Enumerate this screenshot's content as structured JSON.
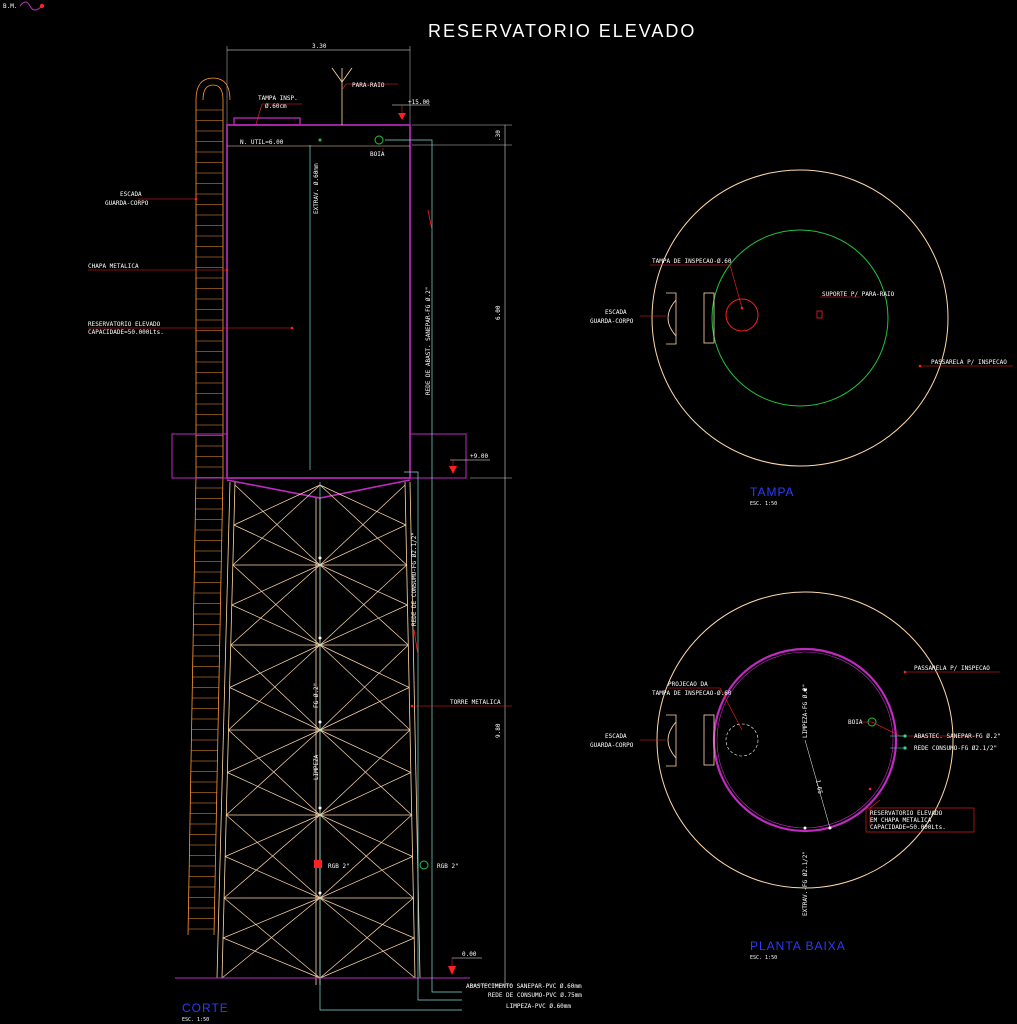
{
  "title": "RESERVATORIO ELEVADO",
  "corner_tag": "B.M.",
  "colors": {
    "background": "#000000",
    "tank": "#c02ac0",
    "structure": "#ffd8a8",
    "ladder": "#ff9933",
    "pipe": "#7fdcdc",
    "leader": "#ff2020",
    "green_circle": "#22c43a",
    "view_title": "#2a3cff",
    "text": "#ffffff"
  },
  "corte": {
    "view_title": "CORTE",
    "scale": "ESC. 1:50",
    "dim_width": "3.30",
    "dim_top": ".30",
    "dim_tank_height": "6.00",
    "dim_tower_height": "9.80",
    "level_top": "+15.00",
    "level_mid": "+9.00",
    "level_ground": "0.00",
    "labels": {
      "para_raio": "PARA-RAIO",
      "tampa_insp_1": "TAMPA INSP.",
      "tampa_insp_2": "Ø.60cm",
      "n_util": "N. UTIL=6.00",
      "boia": "BOIA",
      "escada_1": "ESCADA",
      "escada_2": "GUARDA-CORPO",
      "chapa_metalica": "CHAPA METALICA",
      "reservatorio_1": "RESERVATORIO ELEVADO",
      "reservatorio_2": "CAPACIDADE=50.000Lts.",
      "extrav": "EXTRAV. Ø.60mm",
      "rede_abast": "REDE DE ABAST. SANEPAR-FG Ø.2\"",
      "rede_consumo": "REDE DE CONSUMO-FG Ø2.1/2\"",
      "torre_metalica": "TORRE METALICA",
      "fg_2": "FG Ø.2\"",
      "limpeza": "LIMPEZA",
      "rgb_left": "RGB 2\"",
      "rgb_right": "RGB 2\"",
      "abastecimento": "ABASTECIMENTO SANEPAR-PVC Ø.60mm",
      "rede_consumo_pvc": "REDE DE CONSUMO-PVC Ø.75mm",
      "limpeza_pvc": "LIMPEZA-PVC Ø.60mm"
    }
  },
  "tampa": {
    "view_title": "TAMPA",
    "scale": "ESC. 1:50",
    "labels": {
      "tampa_inspecao": "TAMPA DE INSPECAO-Ø.60",
      "escada_1": "ESCADA",
      "escada_2": "GUARDA-CORPO",
      "suporte": "SUPORTE P/ PARA-RAIO",
      "passarela": "PASSARELA P/ INSPECAO"
    }
  },
  "planta": {
    "view_title": "PLANTA BAIXA",
    "scale": "ESC. 1:50",
    "labels": {
      "projecao_1": "PROJECAO DA",
      "projecao_2": "TAMPA DE INSPECAO-Ø.60",
      "escada_1": "ESCADA",
      "escada_2": "GUARDA-CORPO",
      "passarela": "PASSARELA P/ INSPECAO",
      "boia": "BOIA",
      "abastec": "ABASTEC. SANEPAR-FG Ø.2\"",
      "rede_consumo": "REDE CONSUMO-FG Ø2.1/2\"",
      "limpeza": "LIMPEZA-FG Ø.2\"",
      "radius": "1.65",
      "extrav": "EXTRAV.-FG Ø2.1/2\"",
      "reservatorio_1": "RESERVATORIO ELEVADO",
      "reservatorio_2": "EM CHAPA METALICA",
      "reservatorio_3": "CAPACIDADE=50.000Lts."
    }
  }
}
